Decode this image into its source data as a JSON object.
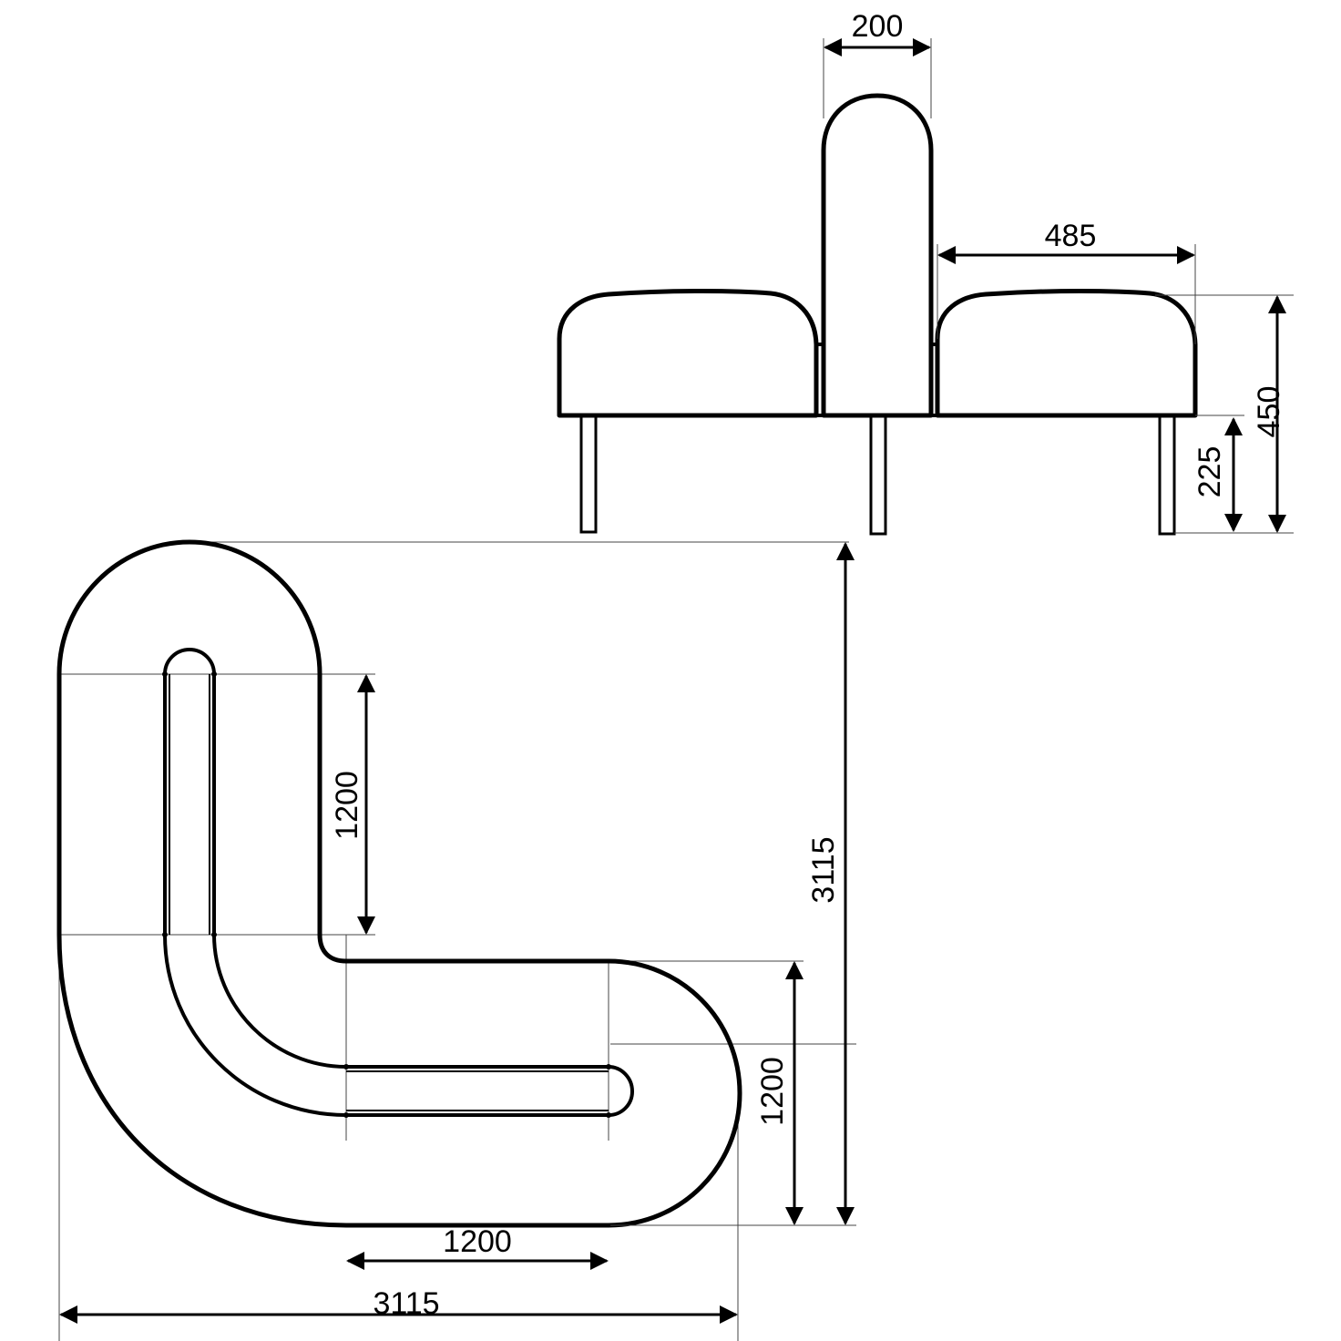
{
  "dimensions": {
    "back_width": "200",
    "seat_depth": "485",
    "total_height": "450",
    "seat_leg_height": "225",
    "vertical_straight": "1200",
    "total_height_plan": "3115",
    "horizontal_straight_right": "1200",
    "horizontal_straight_bottom": "1200",
    "total_width_plan": "3115"
  },
  "colors": {
    "line": "#000000",
    "background": "#ffffff"
  }
}
